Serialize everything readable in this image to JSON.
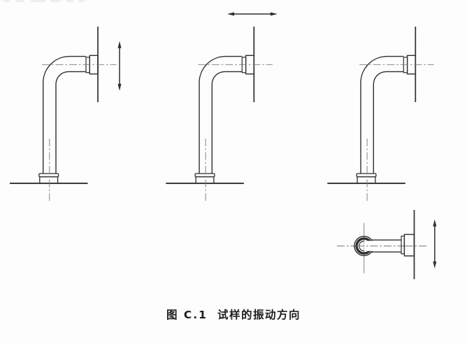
{
  "page": {
    "background": "#fdfdfd",
    "line_color": "#2e2e2e",
    "centerline_color": "#787878"
  },
  "caption": {
    "figure_label": "图 C.1",
    "figure_title": "试样的振动方向"
  },
  "figures": [
    {
      "name": "specimen-front-view-1",
      "vibration_arrow": "vertical-double-arrow"
    },
    {
      "name": "specimen-front-view-2",
      "vibration_arrow": "horizontal-double-arrow"
    },
    {
      "name": "specimen-front-view-3",
      "vibration_arrow": "none"
    },
    {
      "name": "specimen-side-view",
      "vibration_arrow": "vertical-double-arrow"
    }
  ]
}
